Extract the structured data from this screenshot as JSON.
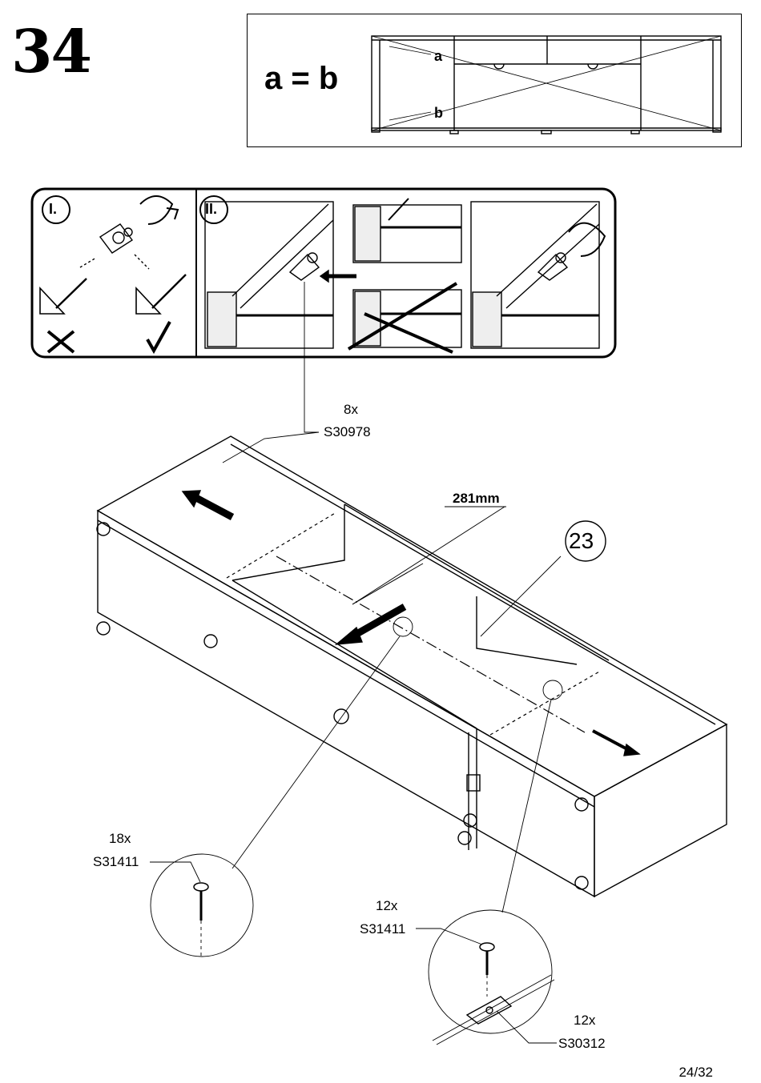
{
  "step": "34",
  "equation": "a = b",
  "diag_a": "a",
  "diag_b": "b",
  "panel_I": "I.",
  "panel_II": "II.",
  "callouts": {
    "cam_qty": "8x",
    "cam_code": "S30978",
    "dimension": "281mm",
    "part": "23",
    "screw_a_qty": "18x",
    "screw_a_code": "S31411",
    "screw_b_qty": "12x",
    "screw_b_code": "S31411",
    "plate_qty": "12x",
    "plate_code": "S30312"
  },
  "page": "24/32"
}
